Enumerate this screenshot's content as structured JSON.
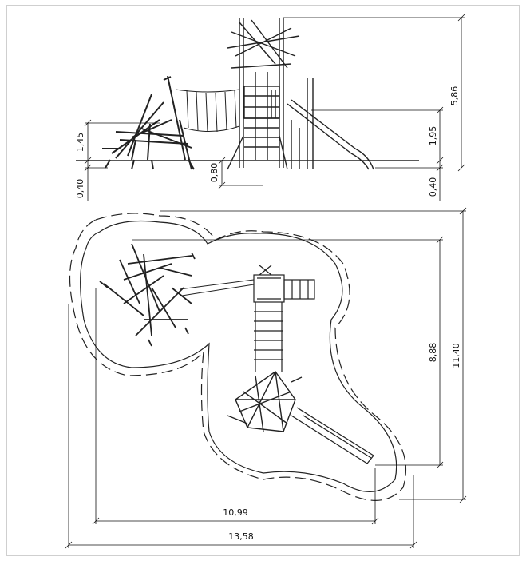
{
  "drawing": {
    "elevation": {
      "dimensions": {
        "total_height": "5,86",
        "platform_height": "1,95",
        "climber_height": "1,45",
        "foundation_left": "0,40",
        "foundation_right": "0,40",
        "post_depth": "0,80"
      }
    },
    "plan": {
      "dimensions": {
        "inner_width": "10,99",
        "outer_width": "13,58",
        "inner_depth": "8,88",
        "outer_depth": "11,40"
      }
    }
  }
}
